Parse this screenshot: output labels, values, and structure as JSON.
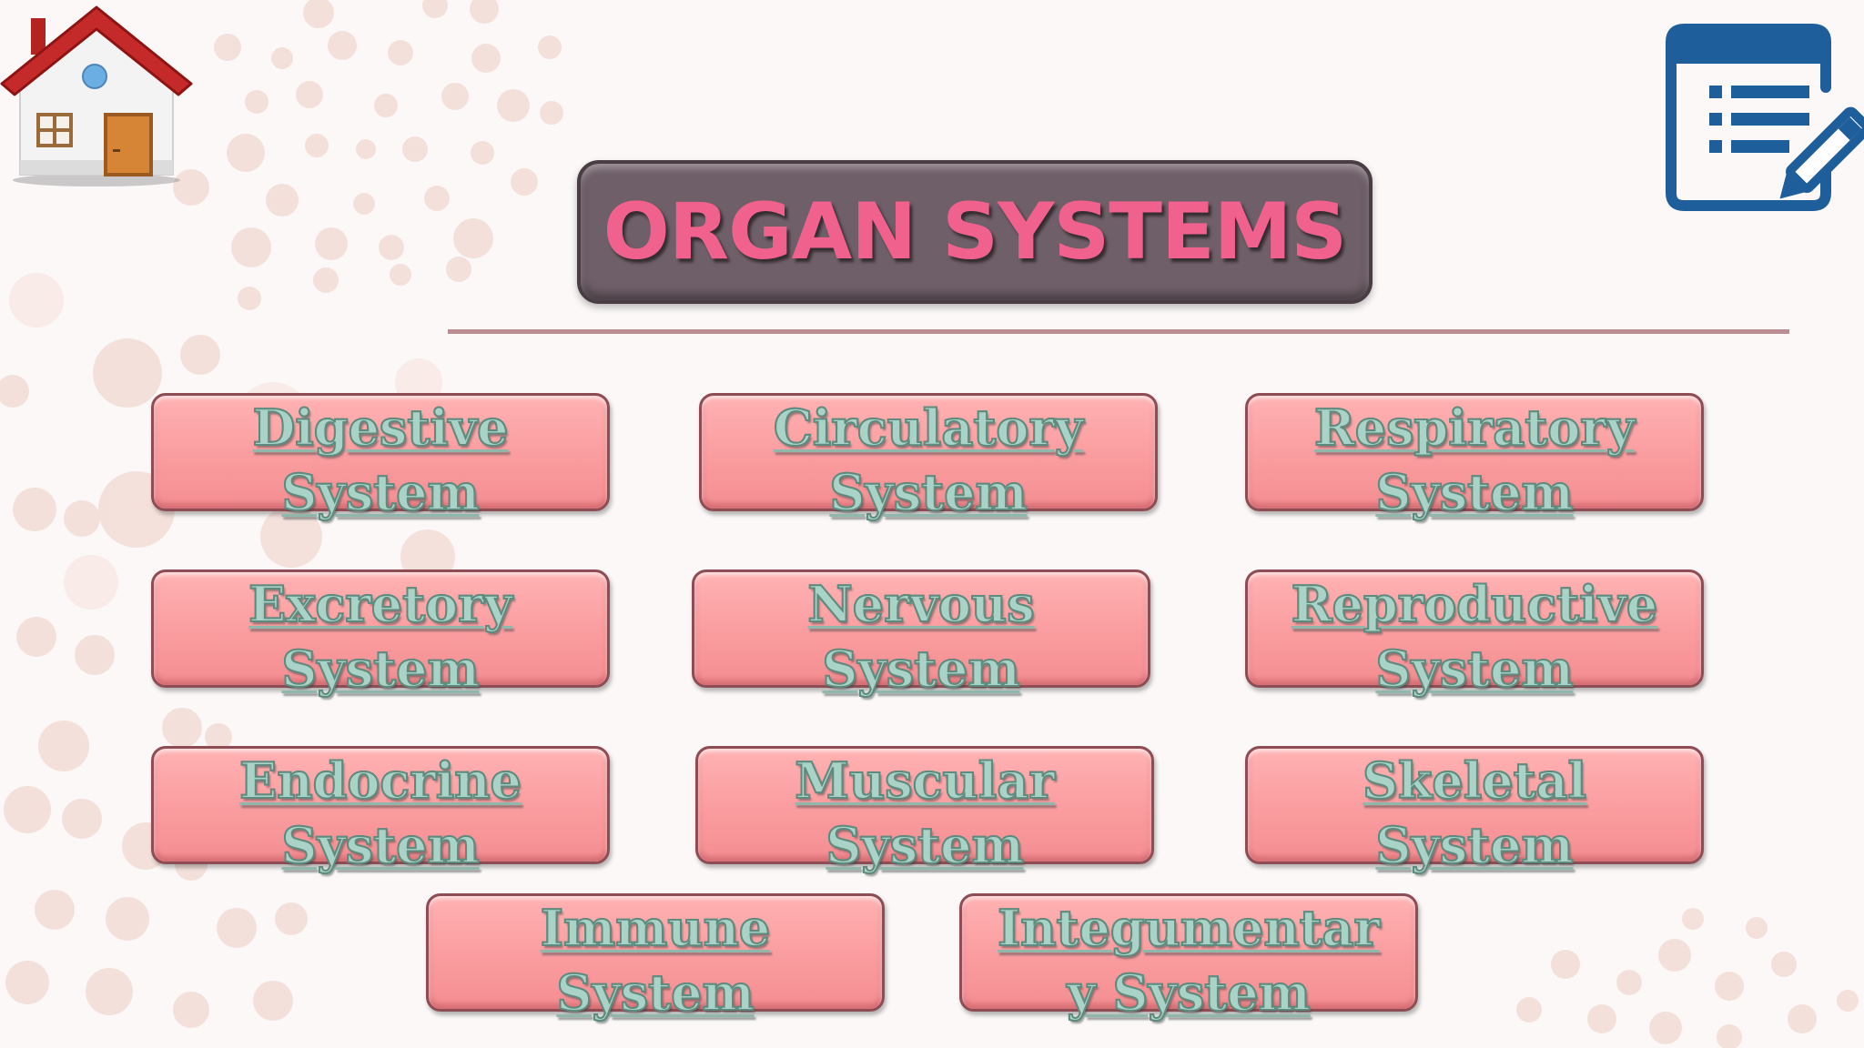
{
  "title": "ORGAN SYSTEMS",
  "colors": {
    "background": "#fbf8f7",
    "title_box": "#6f5f68",
    "title_text": "#f0628d",
    "button_fill": "#fa9c9f",
    "button_text": "#a9d3c6",
    "divider": "#b98d92",
    "notes_icon": "#1e5e9a",
    "roof": "#c72b2b"
  },
  "icons": {
    "home": "house-icon",
    "notes": "checklist-edit-icon"
  },
  "buttons": [
    {
      "line1": "Digestive",
      "line2": "System"
    },
    {
      "line1": "Circulatory",
      "line2": "System"
    },
    {
      "line1": "Respiratory",
      "line2": "System"
    },
    {
      "line1": "Excretory",
      "line2": "System"
    },
    {
      "line1": "Nervous",
      "line2": "System"
    },
    {
      "line1": "Reproductive",
      "line2": "System"
    },
    {
      "line1": "Endocrine",
      "line2": "System"
    },
    {
      "line1": "Muscular",
      "line2": "System"
    },
    {
      "line1": "Skeletal",
      "line2": "System"
    },
    {
      "line1": "Immune",
      "line2": "System"
    },
    {
      "line1": "Integumentar",
      "line2": "y System"
    }
  ]
}
